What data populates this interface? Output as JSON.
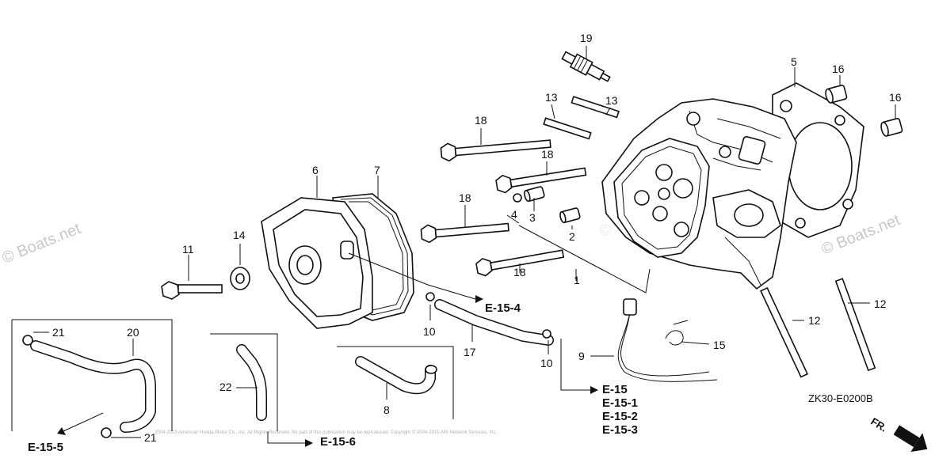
{
  "watermark": {
    "site": "© Boats.net",
    "logo_text": "© Boats.net"
  },
  "diagram_code": "ZK30-E0200B",
  "direction_label": "FR.",
  "copyright": "2004-2015 American Honda Motor Co., Inc. All Rights Reserved. No part of this publication may be reproduced. Copyright © 2004-2015 ARI Network Services, Inc.",
  "callouts": {
    "c1": "1",
    "c2": "2",
    "c3": "3",
    "c4": "4",
    "c5": "5",
    "c6": "6",
    "c7": "7",
    "c8": "8",
    "c9": "9",
    "c10a": "10",
    "c10b": "10",
    "c11": "11",
    "c12a": "12",
    "c12b": "12",
    "c13a": "13",
    "c13b": "13",
    "c14": "14",
    "c15": "15",
    "c16a": "16",
    "c16b": "16",
    "c17": "17",
    "c18a": "18",
    "c18b": "18",
    "c18c": "18",
    "c18d": "18",
    "c19": "19",
    "c20": "20",
    "c21a": "21",
    "c21b": "21",
    "c22": "22"
  },
  "references": {
    "r154": "E-15-4",
    "r155": "E-15-5",
    "r156": "E-15-6",
    "r15": "E-15",
    "r151": "E-15-1",
    "r152": "E-15-2",
    "r153": "E-15-3"
  }
}
